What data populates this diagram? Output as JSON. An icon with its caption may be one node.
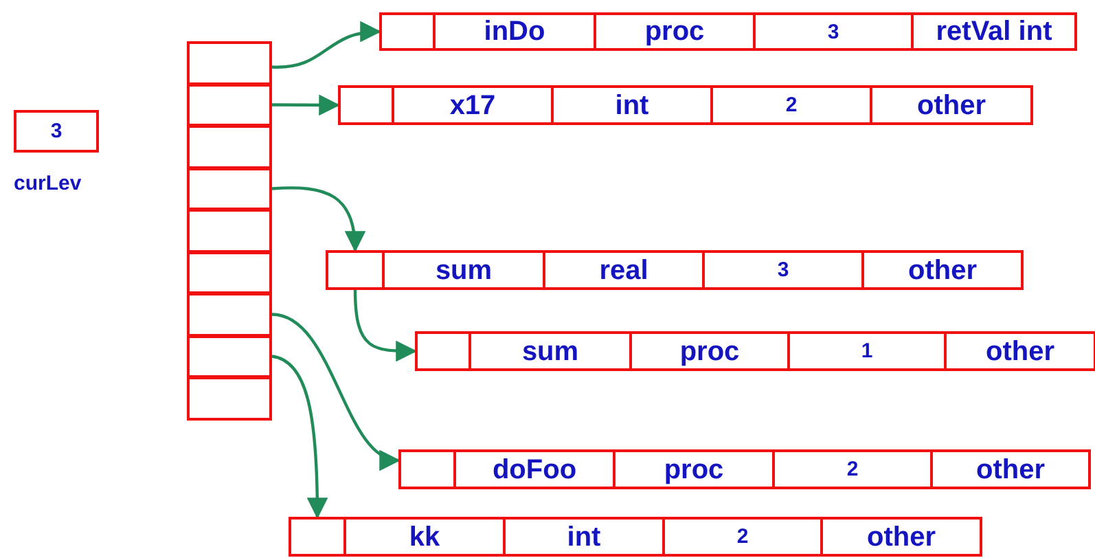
{
  "diagram": {
    "nodes": [
      {
        "text": [],
        "shape": "box"
      },
      {
        "text": [],
        "shape": "box"
      },
      {
        "text": [],
        "shape": "box"
      },
      {
        "text": [],
        "shape": "box"
      },
      {
        "text": [],
        "shape": "box"
      },
      {
        "text": [],
        "shape": "box"
      },
      {
        "text": [],
        "shape": "box"
      },
      {
        "text": [],
        "shape": "box"
      },
      {
        "text": [],
        "shape": "box"
      },
      {
        "text": [
          "3"
        ],
        "beside": [
          "curLev"
        ]
      },
      {
        "text": [],
        "shape": "box"
      },
      {
        "text": [
          "inDo"
        ]
      },
      {
        "text": [
          "proc"
        ]
      },
      {
        "text": [
          "3"
        ]
      },
      {
        "text": [
          "retVal int"
        ]
      },
      {
        "text": [],
        "shape": "box"
      },
      {
        "text": [
          "x17"
        ]
      },
      {
        "text": [
          "int"
        ]
      },
      {
        "text": [
          "2"
        ]
      },
      {
        "text": [
          "other"
        ]
      },
      {
        "text": [],
        "shape": "box"
      },
      {
        "text": [
          "sum"
        ]
      },
      {
        "text": [
          "real"
        ]
      },
      {
        "text": [
          "3"
        ]
      },
      {
        "text": [
          "other"
        ]
      },
      {
        "text": [],
        "shape": "box"
      },
      {
        "text": [
          "sum"
        ]
      },
      {
        "text": [
          "proc"
        ]
      },
      {
        "text": [
          "1"
        ]
      },
      {
        "text": [
          "other"
        ]
      },
      {
        "text": [],
        "shape": "box"
      },
      {
        "text": [
          "doFoo"
        ]
      },
      {
        "text": [
          "proc"
        ]
      },
      {
        "text": [
          "2"
        ]
      },
      {
        "text": [
          "other"
        ]
      },
      {
        "text": [],
        "shape": "box"
      },
      {
        "text": [
          "kk"
        ]
      },
      {
        "text": [
          "int"
        ]
      },
      {
        "text": [
          "2"
        ]
      },
      {
        "text": [
          "other"
        ]
      }
    ],
    "edges": [
      {
        "from": 0,
        "to": 10,
        "arrow": "to"
      },
      {
        "from": 1,
        "to": 15,
        "arrow": "to"
      },
      {
        "from": 3,
        "to": 20,
        "arrow": "to"
      },
      {
        "from": 20,
        "to": 25,
        "arrow": "to"
      },
      {
        "from": 6,
        "to": 30,
        "arrow": "to"
      },
      {
        "from": 7,
        "to": 35,
        "arrow": "to"
      }
    ]
  }
}
